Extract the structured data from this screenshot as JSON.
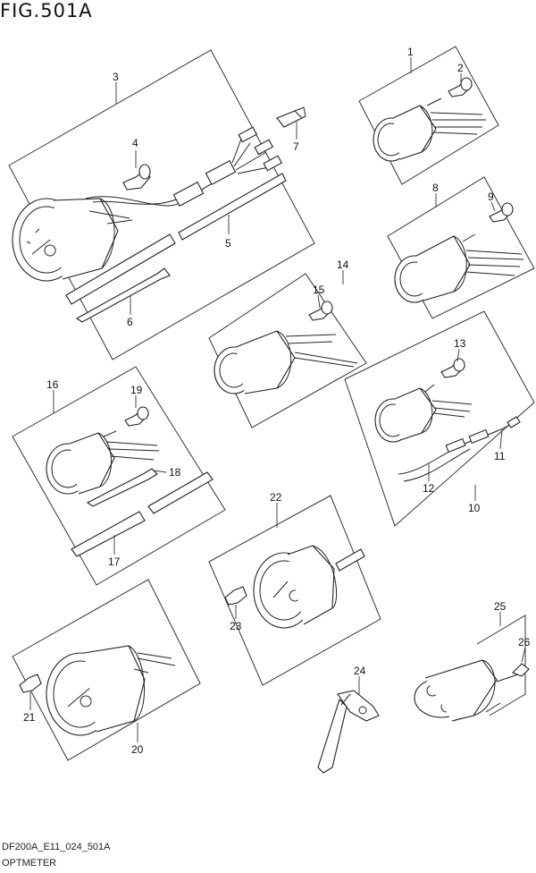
{
  "figure": {
    "title": "FIG.501A"
  },
  "footer": {
    "code": "DF200A_E11_024_501A",
    "name": "OPTMETER"
  },
  "callouts": {
    "c1": "1",
    "c2": "2",
    "c3": "3",
    "c4": "4",
    "c5": "5",
    "c6": "6",
    "c7": "7",
    "c8": "8",
    "c9": "9",
    "c10": "10",
    "c11": "11",
    "c12": "12",
    "c13": "13",
    "c14": "14",
    "c15": "15",
    "c16": "16",
    "c17": "17",
    "c18": "18",
    "c19": "19",
    "c20": "20",
    "c21": "21",
    "c22": "22",
    "c23": "23",
    "c24": "24",
    "c25": "25",
    "c26": "26"
  }
}
